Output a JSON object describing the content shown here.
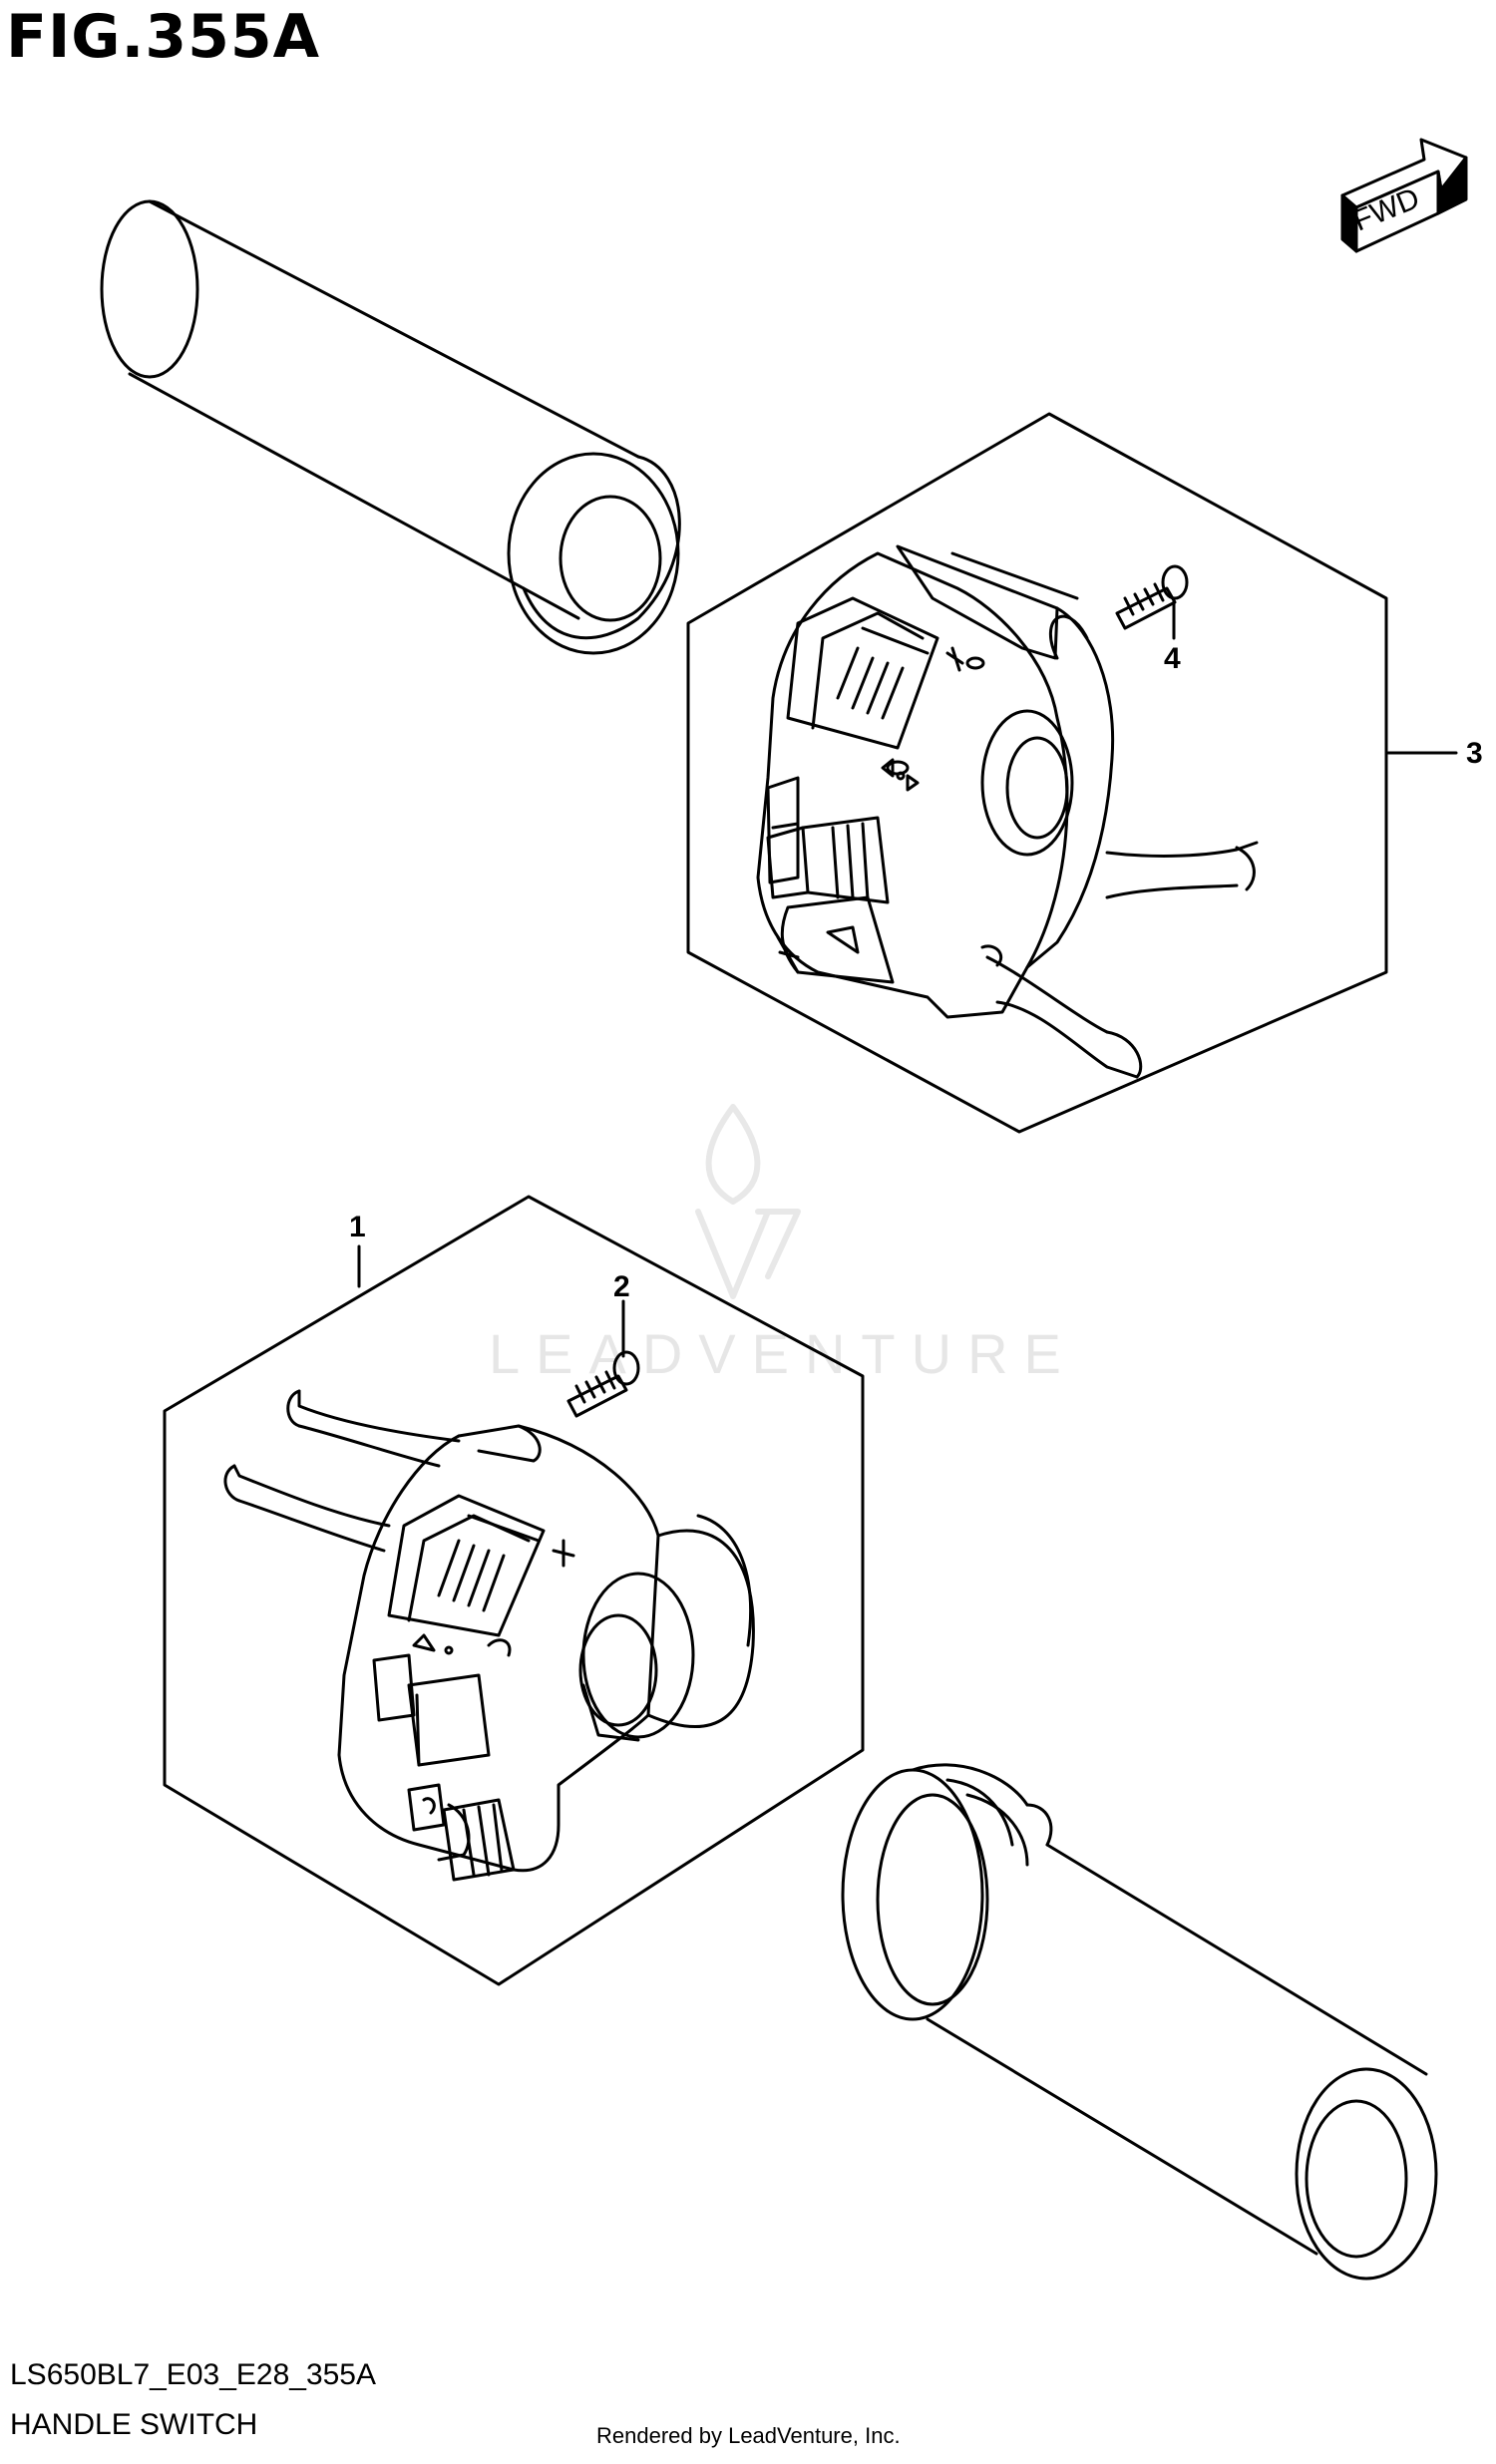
{
  "figure": {
    "title": "FIG.355A",
    "model_code": "LS650BL7_E03_E28_355A",
    "caption": "HANDLE SWITCH",
    "rendered_by": "Rendered by LeadVenture, Inc."
  },
  "fwd_arrow": {
    "label": "FWD"
  },
  "callouts": [
    {
      "number": "1"
    },
    {
      "number": "2"
    },
    {
      "number": "3"
    },
    {
      "number": "4"
    }
  ],
  "watermark": {
    "text": "LEADVENTURE"
  }
}
